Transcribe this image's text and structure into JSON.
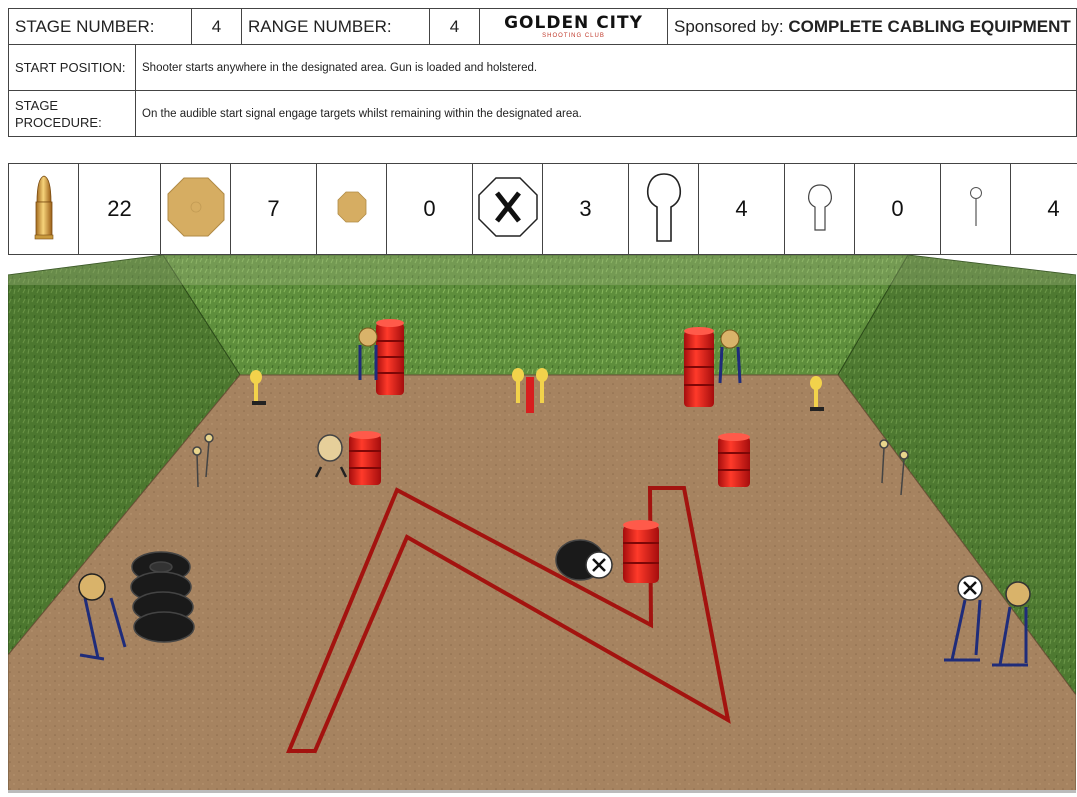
{
  "header": {
    "stage_number_label": "STAGE NUMBER:",
    "stage_number": "4",
    "range_number_label": "RANGE NUMBER:",
    "range_number": "4",
    "logo_main": "GOLDEN CITY",
    "logo_sub": "SHOOTING CLUB",
    "sponsor_prefix": "Sponsored by:",
    "sponsor_name": "COMPLETE CABLING EQUIPMENT"
  },
  "start_position": {
    "label": "START POSITION:",
    "text": "Shooter starts anywhere in the designated area. Gun is loaded and holstered."
  },
  "stage_procedure": {
    "label": "STAGE PROCEDURE:",
    "text": "On the audible start signal engage targets whilst remaining within the designated area."
  },
  "counts": {
    "rounds": "22",
    "large_steel": "7",
    "small_steel": "0",
    "no_shoot": "3",
    "large_popper": "4",
    "medium_popper": "0",
    "small_popper": "4"
  },
  "colors": {
    "grass": "#5f8f3e",
    "ground": "#a5825f",
    "barrel": "#e01c1c",
    "fault_line": "#a3130f",
    "steel": "#d9b36a",
    "stand": "#1f2c7a"
  }
}
